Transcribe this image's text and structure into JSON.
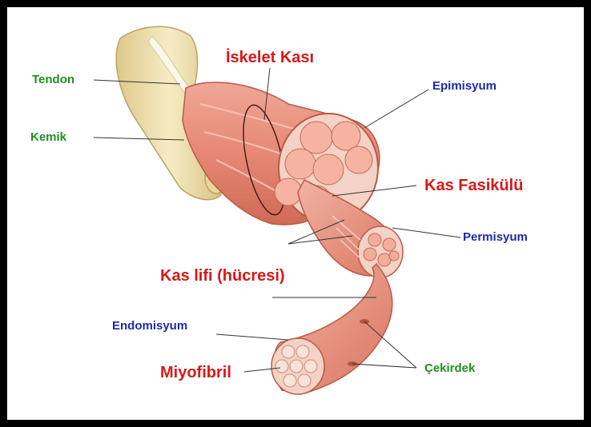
{
  "colors": {
    "green_label": "#1f8f1f",
    "blue_label": "#1c2ba8",
    "red_label": "#d81818",
    "muscle": "#e89180",
    "muscle_dark": "#c9634f",
    "bone": "#f1e3b2",
    "frame": "#000000"
  },
  "labels": {
    "tendon": "Tendon",
    "kemik": "Kemik",
    "iskelet_kasi": "İskelet Kası",
    "epimisyum": "Epimisyum",
    "kas_fasikulu": "Kas Fasikülü",
    "permisyum": "Permisyum",
    "kas_lifi": "Kas lifi (hücresi)",
    "endomisyum": "Endomisyum",
    "miyofibril": "Miyofibril",
    "cekirdek": "Çekirdek"
  }
}
